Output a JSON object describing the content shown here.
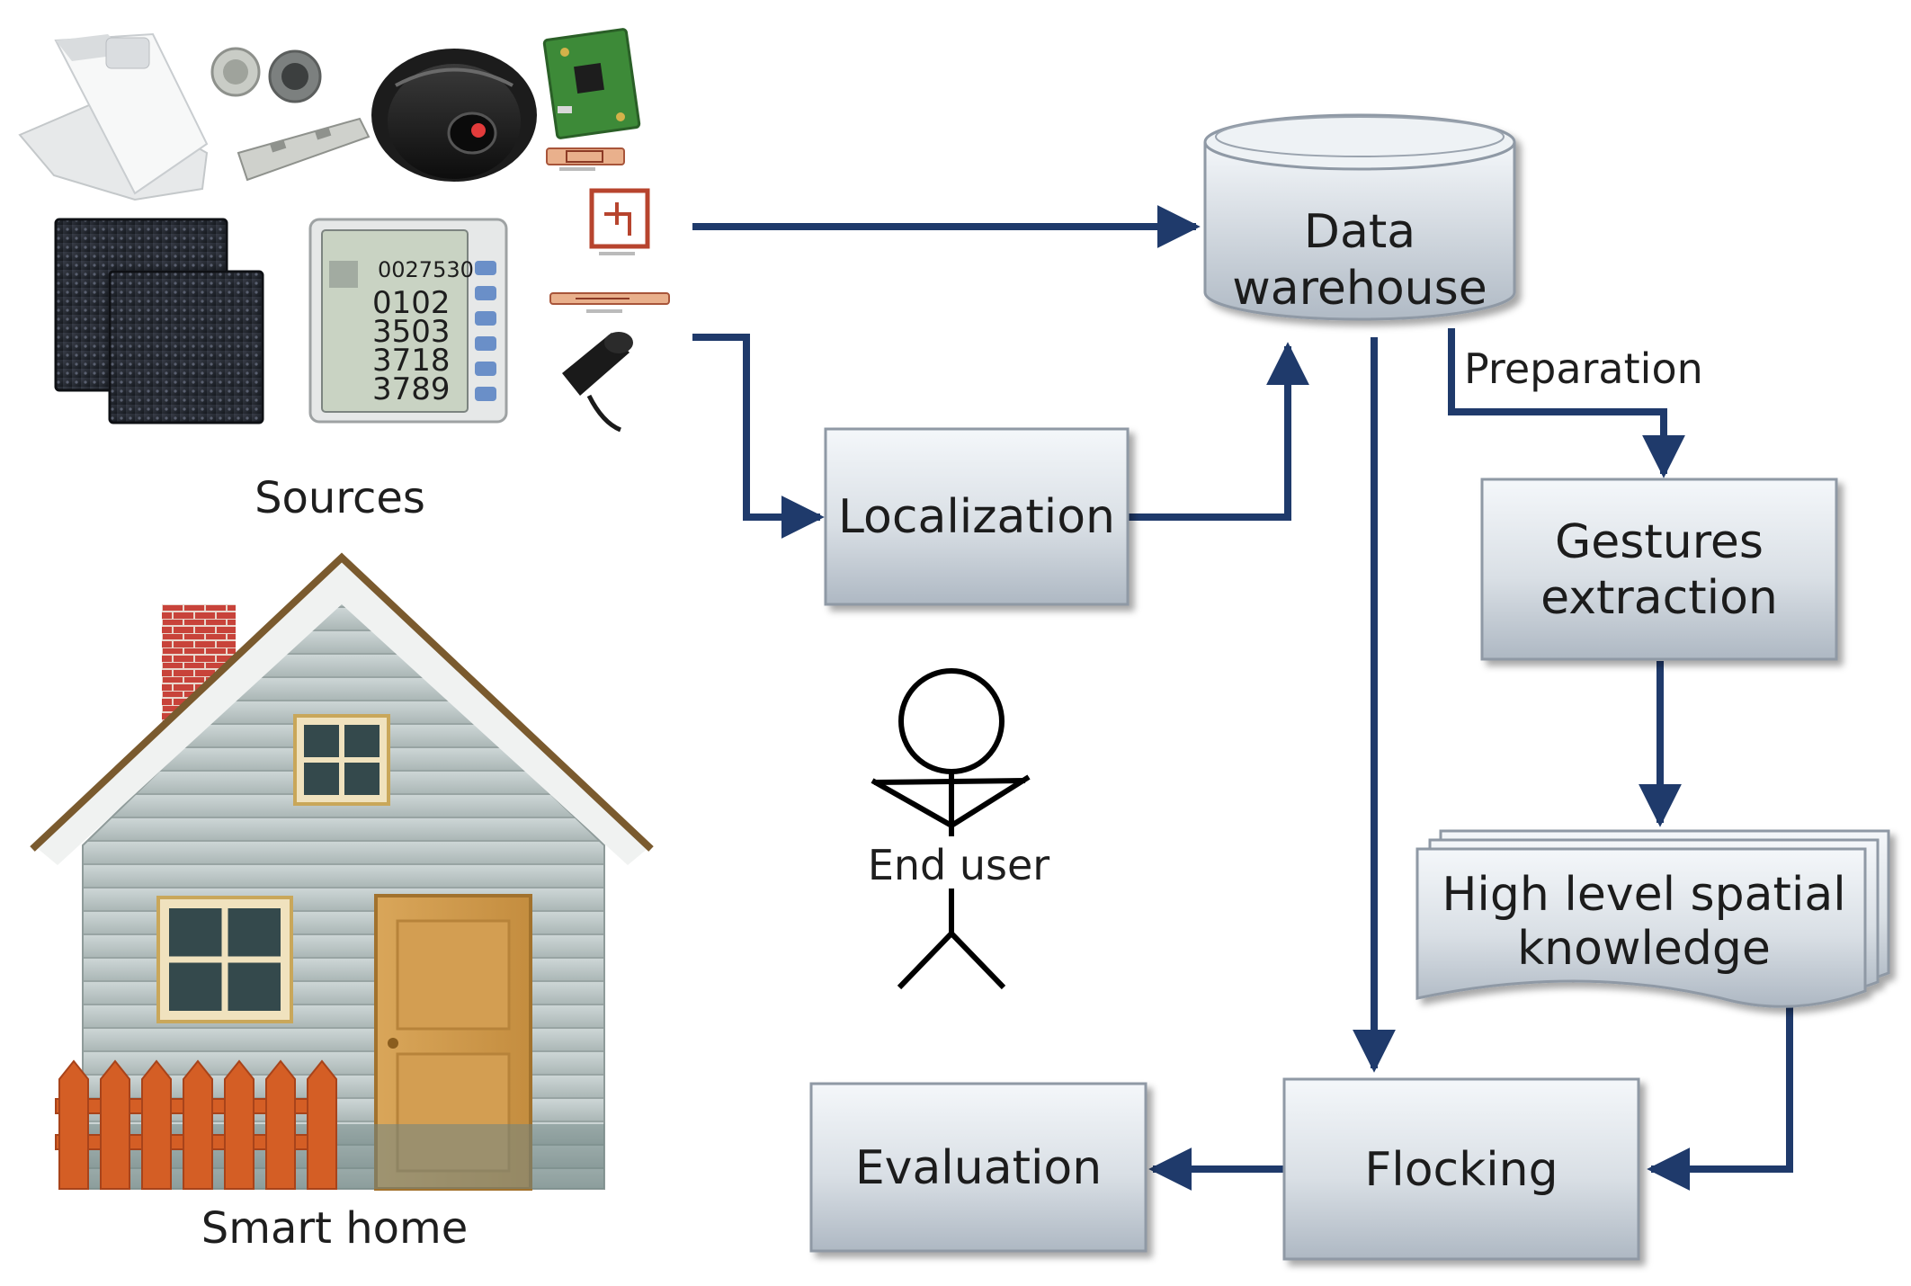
{
  "sources": {
    "label": "Sources",
    "device_icons": [
      "motion-sensor",
      "piezo-buzzer",
      "load-cell",
      "dome-camera",
      "circuit-board",
      "rfid-tag",
      "rfid-reader-tag",
      "floor-tile",
      "energy-meter",
      "current-clamp"
    ]
  },
  "meter_display": {
    "line1": "0027530",
    "line2": "0102",
    "line3": "3503",
    "line4": "3718",
    "line5": "3789"
  },
  "smart_home": {
    "label": "Smart home"
  },
  "end_user": {
    "label": "End user"
  },
  "nodes": {
    "data_warehouse": {
      "line1": "Data",
      "line2": "warehouse"
    },
    "localization": {
      "label": "Localization"
    },
    "gestures_extraction": {
      "line1": "Gestures",
      "line2": "extraction"
    },
    "high_level_knowledge": {
      "line1": "High level spatial",
      "line2": "knowledge"
    },
    "flocking": {
      "label": "Flocking"
    },
    "evaluation": {
      "label": "Evaluation"
    }
  },
  "edges": {
    "preparation_label": "Preparation"
  },
  "colors": {
    "arrow": "#1f3a6b",
    "box_top": "#f3f6f9",
    "box_bottom": "#b3bcc6",
    "box_border": "#8f99a5"
  }
}
